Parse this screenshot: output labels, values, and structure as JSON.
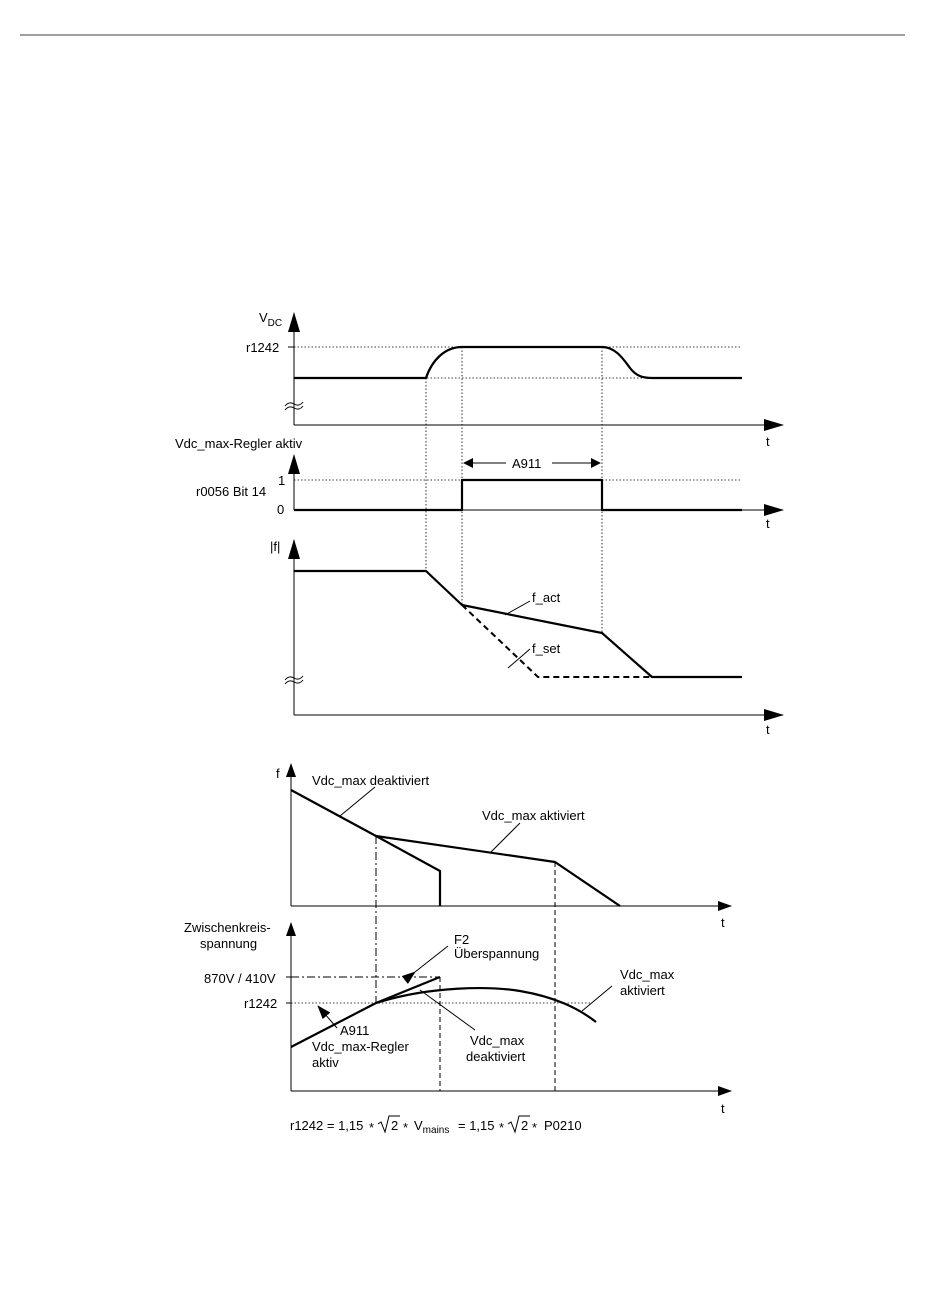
{
  "top_diagram": {
    "vdc_axis_label": "V",
    "vdc_axis_sub": "DC",
    "r1242_label": "r1242",
    "t_label": "t",
    "regler_title": "Vdc_max-Regler aktiv",
    "bit_label": "r0056 Bit 14",
    "level_one": "1",
    "level_zero": "0",
    "a911_label": "A911",
    "f_axis_label": "|f|",
    "f_act_label": "f_act",
    "f_set_label": "f_set"
  },
  "bottom_diagram": {
    "f_axis_label": "f",
    "deaktiviert_label": "Vdc_max deaktiviert",
    "aktiviert_label": "Vdc_max aktiviert",
    "t_label": "t",
    "zk_label_line1": "Zwischenkreis-",
    "zk_label_line2": "spannung",
    "f2_label": "F2",
    "ueberspannung_label": "Überspannung",
    "volt_level_label": "870V / 410V",
    "r1242_label": "r1242",
    "a911_label": "A911",
    "regler_line1": "Vdc_max-Regler",
    "regler_line2": "aktiv",
    "vdc_max_line1": "Vdc_max",
    "deaktiviert_short": "deaktiviert",
    "vdc_max_akt_line1": "Vdc_max",
    "aktiviert_short": "aktiviert"
  },
  "formula": {
    "lhs": "r1242 = 1,15",
    "star1": "*",
    "sqrt1": "2",
    "star2": "*",
    "v": "V",
    "v_sub": "mains",
    "eq2": "= 1,15",
    "star3": "*",
    "sqrt2": "2",
    "star4": "*",
    "p": "P0210"
  }
}
